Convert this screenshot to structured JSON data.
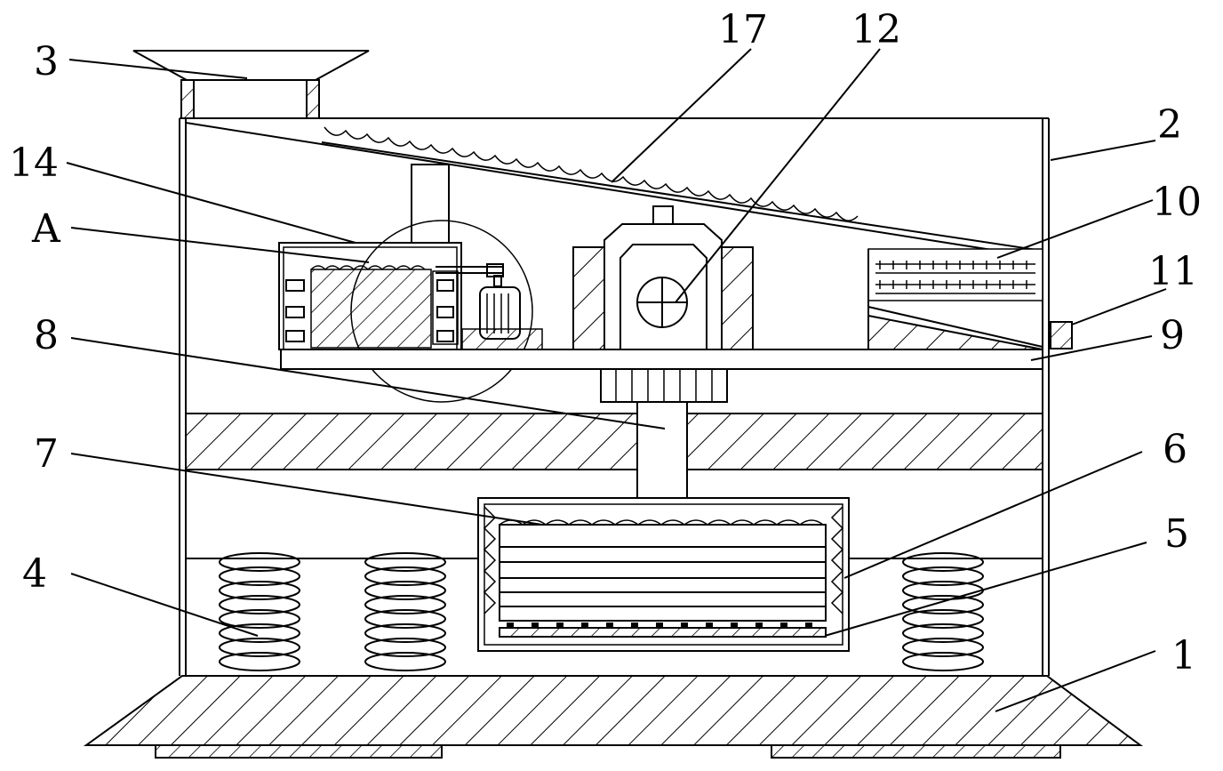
{
  "labels": {
    "l1": "1",
    "l2": "2",
    "l3": "3",
    "l4": "4",
    "l5": "5",
    "l6": "6",
    "l7": "7",
    "l8": "8",
    "l9": "9",
    "l10": "10",
    "l11": "11",
    "l12": "12",
    "l14": "14",
    "l17": "17",
    "lA": "A"
  }
}
